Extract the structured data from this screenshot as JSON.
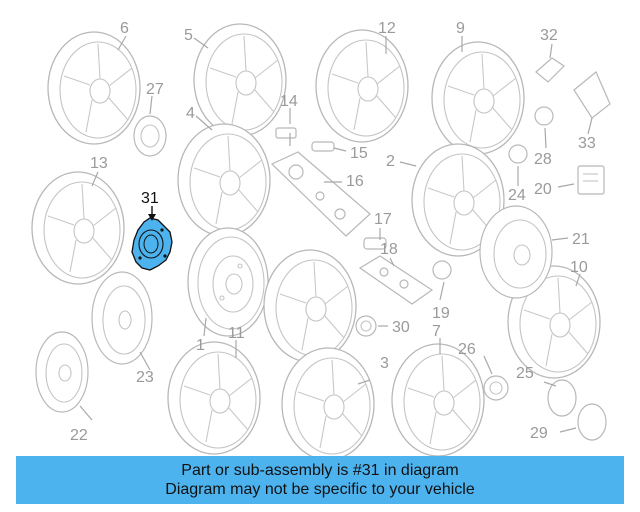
{
  "highlight": {
    "label": "31",
    "color": "#4db3ef"
  },
  "callouts": [
    "6",
    "5",
    "12",
    "9",
    "32",
    "27",
    "4",
    "14",
    "15",
    "33",
    "28",
    "13",
    "16",
    "2",
    "24",
    "20",
    "17",
    "21",
    "3",
    "18",
    "10",
    "1",
    "11",
    "23",
    "19",
    "30",
    "7",
    "26",
    "25",
    "29",
    "22"
  ],
  "banner": {
    "line1": "Part or sub-assembly is #31 in diagram",
    "line2": "Diagram may not be specific to your vehicle"
  }
}
